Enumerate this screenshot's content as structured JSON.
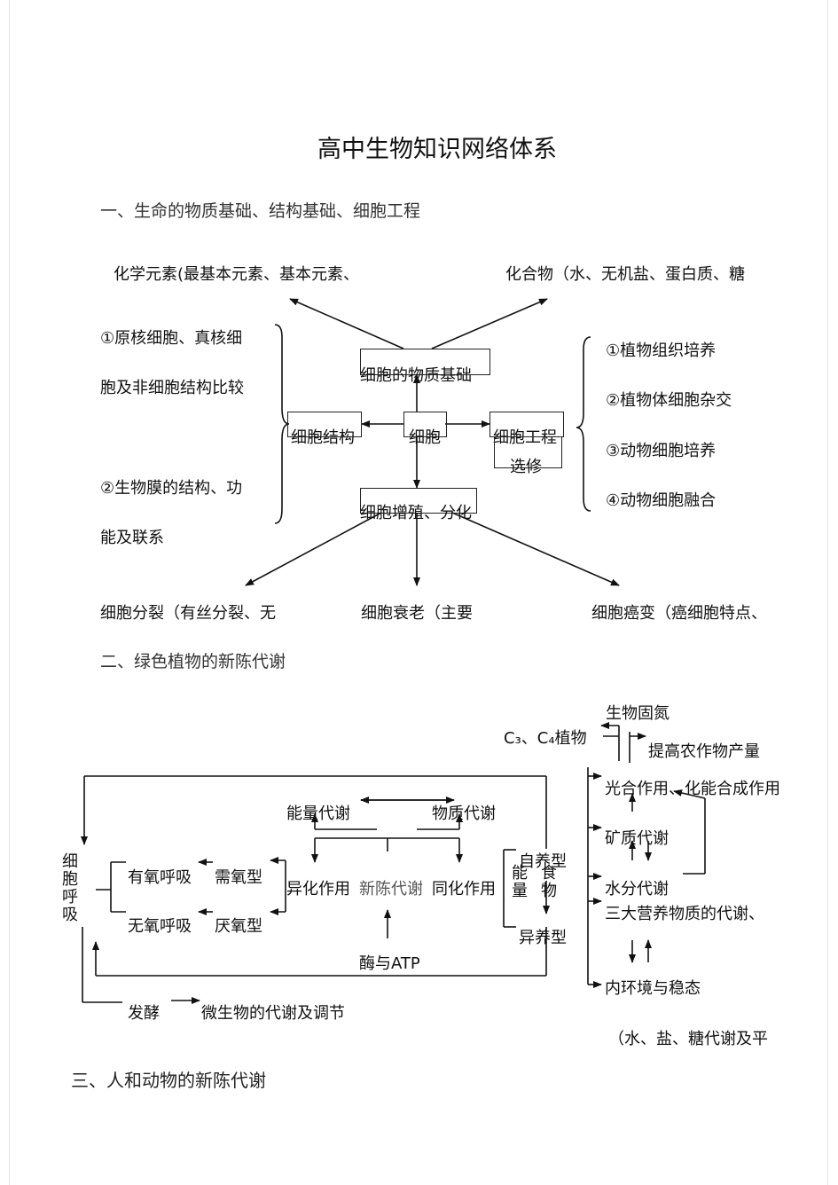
{
  "title": "高中生物知识网络体系",
  "section1": {
    "heading": "一、生命的物质基础、结构基础、细胞工程",
    "top_left": "化学元素(最基本元素、基本元素、",
    "top_right": "化合物（水、无机盐、蛋白质、糖",
    "left_items": [
      "①原核细胞、真核细",
      "胞及非细胞结构比较",
      "②生物膜的结构、功",
      "能及联系"
    ],
    "right_items": [
      "①植物组织培养",
      "②植物体细胞杂交",
      "③动物细胞培养",
      "④动物细胞融合"
    ],
    "box_material": "细胞的物质基础",
    "box_structure": "细胞结构",
    "box_cell": "细胞",
    "box_engineering": "细胞工程",
    "box_elective": "选修",
    "box_proliferation": "细胞增殖、分化",
    "bottom_left": "细胞分裂（有丝分裂、无",
    "bottom_mid": "细胞衰老（主要",
    "bottom_right": "细胞癌变（癌细胞特点、"
  },
  "section2": {
    "heading": "二、绿色植物的新陈代谢",
    "nitrogen": "生物固氮",
    "c3c4": "C₃、C₄植物",
    "yield": "提高农作物产量",
    "photosynthesis": "光合作用、化能合成作用",
    "mineral": "矿质代谢",
    "water": "水分代谢",
    "energy_metabolism": "能量代谢",
    "material_metabolism": "物质代谢",
    "respiration": "细胞呼吸",
    "aerobic": "有氧呼吸",
    "aerobe": "需氧型",
    "anaerobic": "无氧呼吸",
    "anaerobe": "厌氧型",
    "catabolism": "异化作用",
    "metabolism": "新陈代谢",
    "anabolism": "同化作用",
    "energy_char": "能量",
    "material_char": "食物",
    "autotroph": "自养型",
    "heterotroph": "异养型",
    "three_nutrients": "三大营养物质的代谢、",
    "homeostasis": "内环境与稳态",
    "water_salt": "（水、盐、糖代谢及平",
    "enzyme_atp": "酶与ATP",
    "fermentation": "发酵",
    "microbe": "微生物的代谢及调节"
  },
  "section3": {
    "heading": "三、人和动物的新陈代谢"
  }
}
